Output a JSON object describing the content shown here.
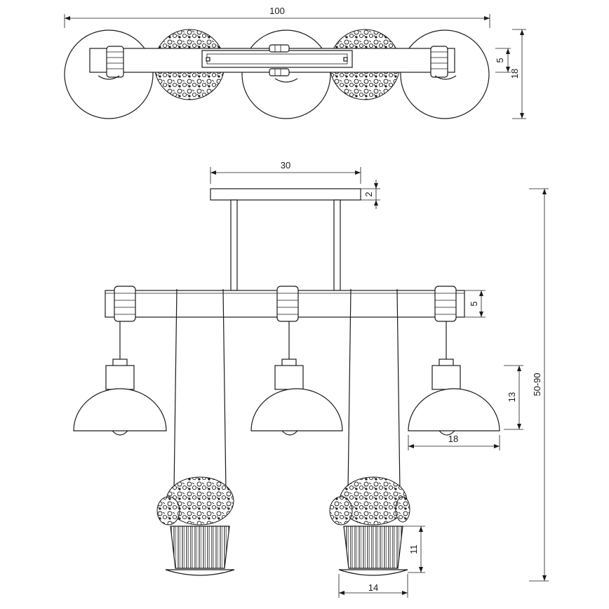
{
  "dimensions": {
    "top_width": "100",
    "top_beam_depth": "5",
    "top_total_depth": "18",
    "canopy_width": "30",
    "canopy_height": "2",
    "beam_height": "5",
    "shade_height": "13",
    "total_height": "50-90",
    "shade_diameter": "18",
    "pot_height": "11",
    "pot_width": "14"
  }
}
